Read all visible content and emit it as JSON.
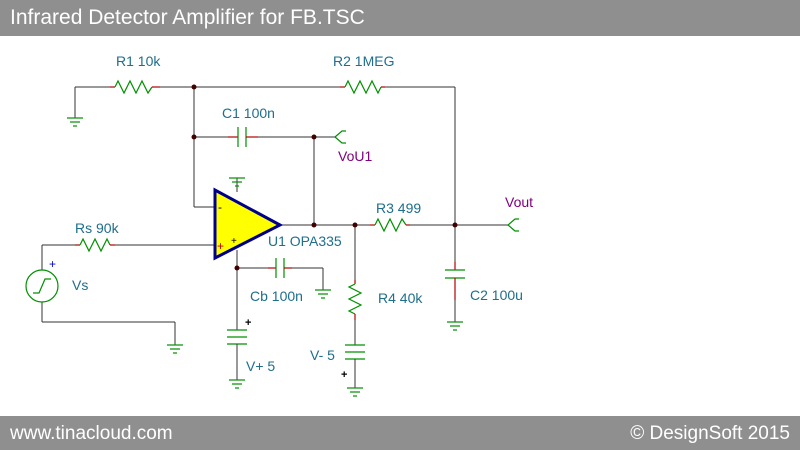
{
  "title": "Infrared Detector Amplifier for FB.TSC",
  "footer": {
    "website": "www.tinacloud.com",
    "copyright": "© DesignSoft 2015"
  },
  "components": {
    "r1": "R1 10k",
    "r2": "R2 1MEG",
    "c1": "C1 100n",
    "rs": "Rs 90k",
    "u1": "U1 OPA335",
    "cb": "Cb 100n",
    "r3": "R3 499",
    "r4": "R4 40k",
    "c2": "C2 100u",
    "vs": "Vs",
    "vplus": "V+ 5",
    "vminus": "V- 5"
  },
  "nets": {
    "vou1": "VoU1",
    "vout": "Vout"
  },
  "colors": {
    "bars": "#8f8f8f",
    "opamp_fill": "#ffff00",
    "opamp_outline": "#00008b",
    "component": "#009000",
    "label": "#1e6e8c",
    "net_label": "#800080"
  }
}
